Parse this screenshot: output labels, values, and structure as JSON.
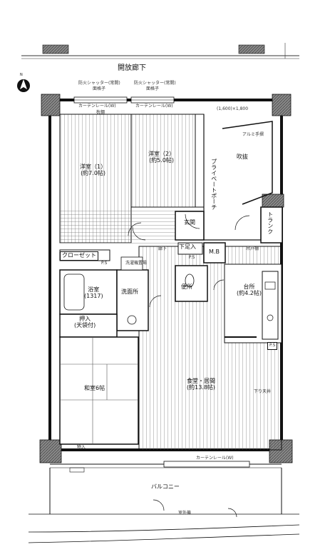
{
  "corridor": "開放廊下",
  "shutter_left": "防火シャッター(常開)",
  "shutter_right": "防火シャッター(常開)",
  "mesh_label_left": "面格子",
  "mesh_label_right": "面格子",
  "curtain_rail_left": "カーテンレール(W)",
  "curtain_rail_right": "カーテンレール(W)",
  "hanger_pipe": "枕棚",
  "door_size": "(1,600)×1,800",
  "aluminum_handrail": "アルミ手摺",
  "fukinuke": "吹抜",
  "private_porch": "プライベートポーチ",
  "trunk": "トランク",
  "genkan": "玄関",
  "rokka": "廊下",
  "gesoku": "下足入",
  "mb": "M.B",
  "ps_upper": "P.S",
  "ps_kitchen": "P.S",
  "ps_closet": "P.S",
  "closet": "クローゼット",
  "laundry": "洗濯機置場",
  "toilet": "便所",
  "bath": "浴室\n(1317)",
  "washroom": "洗面所",
  "oshiire": "押入\n(天袋付)",
  "washoku": "和室6帖",
  "room1": "洋室（1）\n(約7.0帖)",
  "room2": "洋室（2）\n(約5.0帖)",
  "kitchen": "台所\n(約4.2帖)",
  "ldk": "食堂・居間\n(約13.8帖)",
  "balcony": "バルコニー",
  "outdoor_unit": "室外機",
  "curtain_rail_bottom": "カーテンレール(W)",
  "storage_shelf": "物入",
  "kitchen_note": "吊戸棚",
  "sunlight_note": "下り天井",
  "north": "N"
}
